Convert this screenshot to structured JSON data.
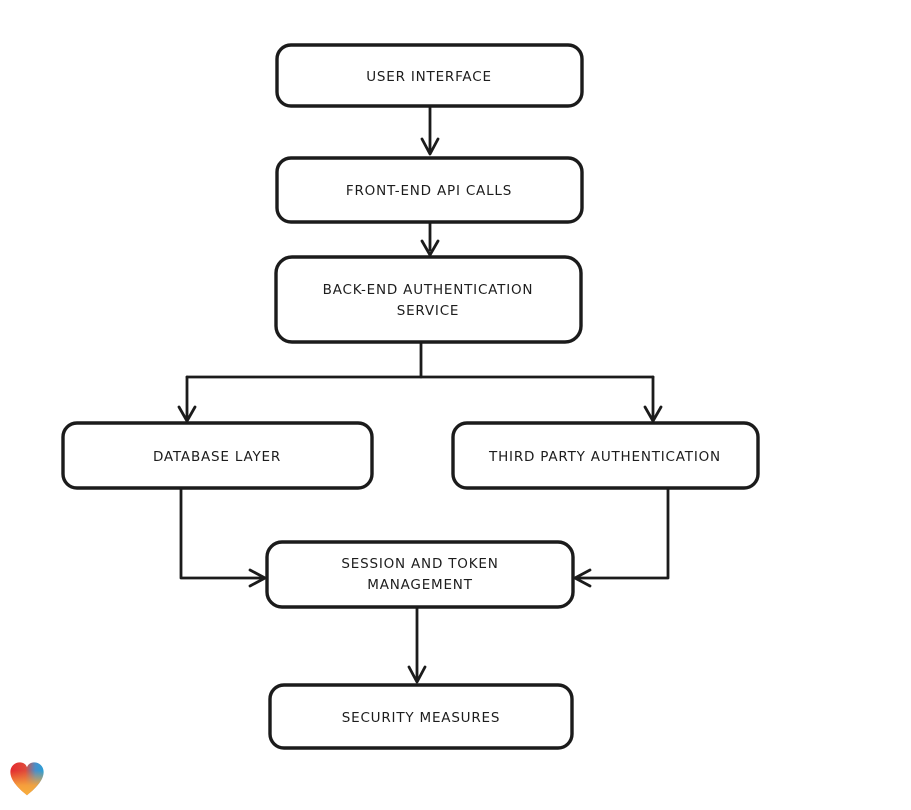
{
  "diagram": {
    "background_color": "#ffffff",
    "stroke_color": "#1b1b1b",
    "text_color": "#1d1d1d",
    "style": "hand-drawn-flowchart",
    "nodes": {
      "user_interface": {
        "label": "USER INTERFACE"
      },
      "frontend_api": {
        "label": "FRONT-END API CALLS"
      },
      "backend_auth": {
        "line1": "BACK-END AUTHENTICATION",
        "line2": "SERVICE"
      },
      "database_layer": {
        "label": "DATABASE LAYER"
      },
      "third_party_auth": {
        "label": "THIRD PARTY AUTHENTICATION"
      },
      "session_token": {
        "line1": "SESSION AND TOKEN",
        "line2": "MANAGEMENT"
      },
      "security_measures": {
        "label": "SECURITY MEASURES"
      }
    },
    "edges": [
      {
        "from": "user_interface",
        "to": "frontend_api"
      },
      {
        "from": "frontend_api",
        "to": "backend_auth"
      },
      {
        "from": "backend_auth",
        "to": "database_layer"
      },
      {
        "from": "backend_auth",
        "to": "third_party_auth"
      },
      {
        "from": "database_layer",
        "to": "session_token"
      },
      {
        "from": "third_party_auth",
        "to": "session_token"
      },
      {
        "from": "session_token",
        "to": "security_measures"
      }
    ],
    "logo": {
      "name": "heart-logo",
      "colors": {
        "red": "#e42b2f",
        "blue": "#2a9fd6",
        "orange": "#f6a33c"
      }
    }
  }
}
